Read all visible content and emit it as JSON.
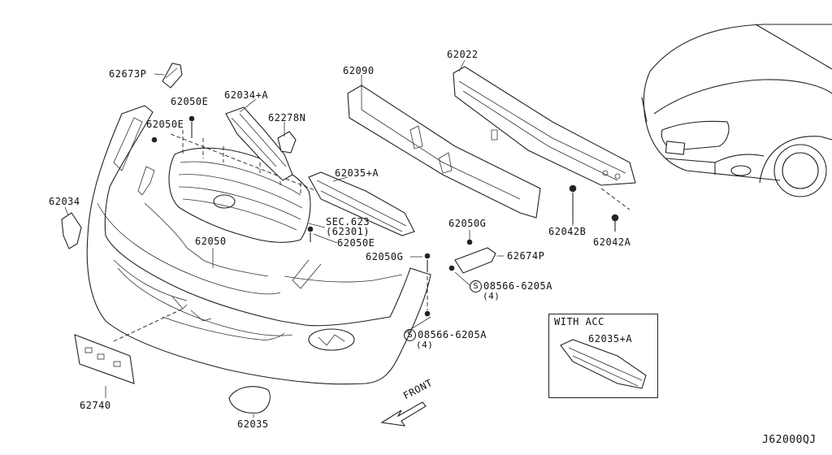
{
  "labels": {
    "p62673P": "62673P",
    "p62050E_a": "62050E",
    "p62050E_b": "62050E",
    "p62034A": "62034+A",
    "p62278N": "62278N",
    "p62090": "62090",
    "p62022": "62022",
    "p62034": "62034",
    "p62035A": "62035+A",
    "sec623": "SEC.623",
    "sec62301": "(62301)",
    "p62050E_c": "62050E",
    "p62050": "62050",
    "p62050G_a": "62050G",
    "p62050G_b": "62050G",
    "p62674P": "62674P",
    "p08566_a": "08566-6205A",
    "qty_a": "(4)",
    "p08566_b": "08566-6205A",
    "qty_b": "(4)",
    "p62042B": "62042B",
    "p62042A": "62042A",
    "p62740": "62740",
    "p62035": "62035",
    "front": "FRONT",
    "with_acc": "WITH ACC",
    "p62035A_acc": "62035+A",
    "diagram_code": "J62000QJ",
    "s_symbol": "S"
  }
}
